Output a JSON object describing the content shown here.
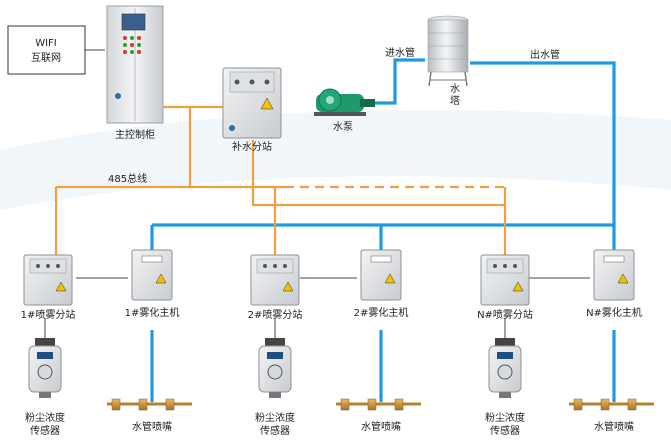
{
  "labels": {
    "wifi_line1": "WIFI",
    "wifi_line2": "互联网",
    "main_cabinet": "主控制柜",
    "supply_station": "补水分站",
    "pump": "水泵",
    "inlet_pipe": "进水管",
    "outlet_pipe": "出水管",
    "tower_char1": "水",
    "tower_char2": "塔",
    "bus": "485总线"
  },
  "stations": [
    {
      "spray": "1#喷雾分站",
      "host": "1#雾化主机",
      "sensor_line1": "粉尘浓度",
      "sensor_line2": "传感器",
      "nozzle": "水管喷嘴"
    },
    {
      "spray": "2#喷雾分站",
      "host": "2#雾化主机",
      "sensor_line1": "粉尘浓度",
      "sensor_line2": "传感器",
      "nozzle": "水管喷嘴"
    },
    {
      "spray": "N#喷雾分站",
      "host": "N#雾化主机",
      "sensor_line1": "粉尘浓度",
      "sensor_line2": "传感器",
      "nozzle": "水管喷嘴"
    }
  ],
  "colors": {
    "water_pipe": "#1e9be0",
    "bus_line": "#f0a040",
    "link_line": "#444444",
    "device_body": "#e6e8ea",
    "pump_green": "#1f9a6a"
  }
}
